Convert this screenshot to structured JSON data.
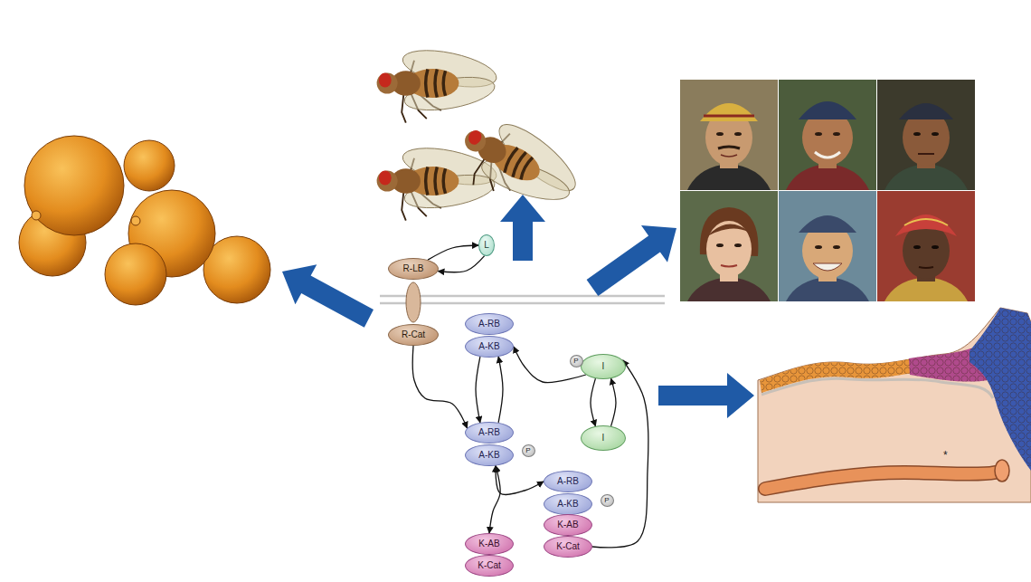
{
  "diagram": {
    "nodes": [
      {
        "text": [
          "L"
        ]
      },
      {
        "text": [
          "R-LB"
        ]
      },
      {
        "text": [
          "R-Cat"
        ]
      },
      {
        "text": [
          "A-RB"
        ]
      },
      {
        "text": [
          "A-KB"
        ]
      },
      {
        "text": [
          "P"
        ]
      },
      {
        "text": [
          "I"
        ]
      },
      {
        "text": [
          "I"
        ]
      },
      {
        "text": [
          "A-RB"
        ]
      },
      {
        "text": [
          "A-KB"
        ]
      },
      {
        "text": [
          "P"
        ]
      },
      {
        "text": [
          "A-RB"
        ]
      },
      {
        "text": [
          "A-KB"
        ]
      },
      {
        "text": [
          "P"
        ]
      },
      {
        "text": [
          "K-AB"
        ]
      },
      {
        "text": [
          "K-Cat"
        ]
      },
      {
        "text": [
          "K-AB"
        ]
      },
      {
        "text": [
          "K-Cat"
        ]
      }
    ],
    "edges": [
      {
        "from": 1,
        "to": 0,
        "arrow": "to"
      },
      {
        "from": 0,
        "to": 1,
        "arrow": "to"
      },
      {
        "from": 2,
        "to": 8,
        "arrow": "to"
      },
      {
        "from": 4,
        "to": 8,
        "arrow": "to"
      },
      {
        "from": 8,
        "to": 4,
        "arrow": "to"
      },
      {
        "from": 6,
        "to": 4,
        "arrow": "to"
      },
      {
        "from": 6,
        "to": 7,
        "arrow": "to"
      },
      {
        "from": 7,
        "to": 6,
        "arrow": "to"
      },
      {
        "from": 9,
        "to": 16,
        "arrow": "both"
      },
      {
        "from": 9,
        "to": 11,
        "arrow": "both"
      },
      {
        "from": 15,
        "to": 6,
        "arrow": "to"
      }
    ],
    "labels": [
      "*"
    ]
  }
}
